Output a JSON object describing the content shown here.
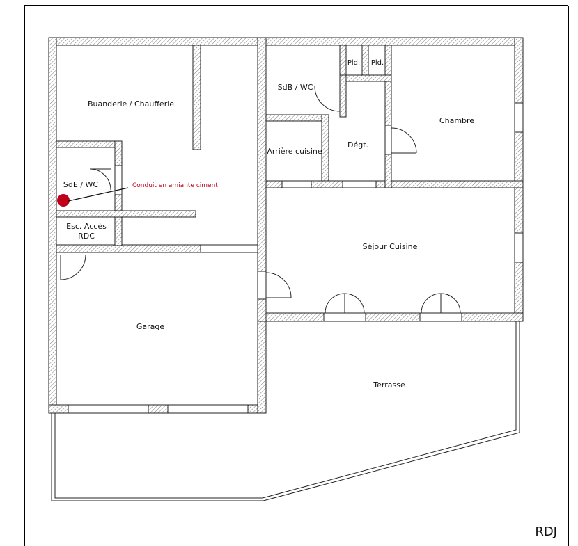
{
  "plan": {
    "rooms": {
      "buanderie": "Buanderie / Chaufferie",
      "sde_wc": "SdE / WC",
      "esc_acces_line1": "Esc. Accès",
      "esc_acces_line2": "RDC",
      "garage": "Garage",
      "sdb_wc": "SdB / WC",
      "pld1": "Pld.",
      "pld2": "Pld.",
      "degt": "Dégt.",
      "arriere_cuisine": "Arrière cuisine",
      "chambre": "Chambre",
      "sejour_cuisine": "Séjour Cuisine",
      "terrasse": "Terrasse"
    },
    "annotation": {
      "text": "Conduit en amiante ciment",
      "color": "#c0001a"
    },
    "corner_tag": "RDJ"
  }
}
